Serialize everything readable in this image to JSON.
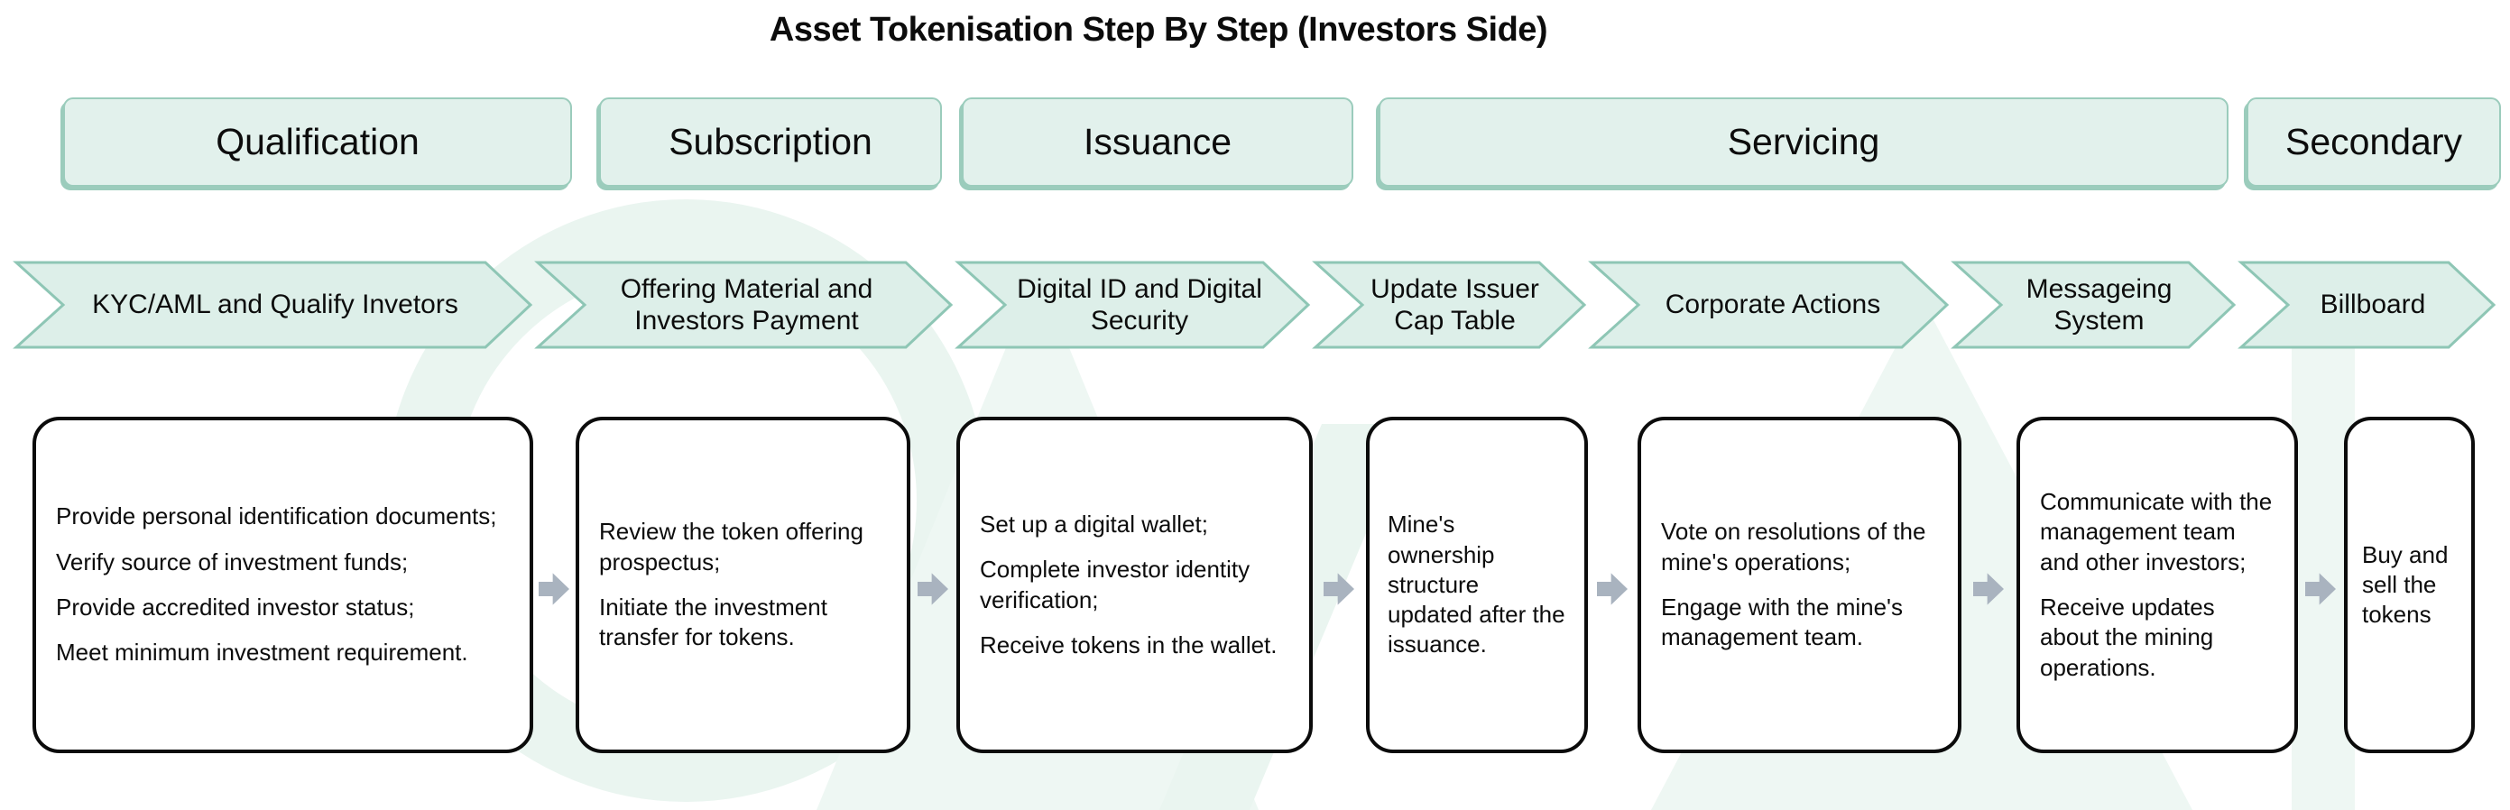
{
  "title": "Asset Tokenisation Step By Step (Investors Side)",
  "colors": {
    "phase_fill": "#e2f1ec",
    "phase_border": "#9bccbc",
    "chevron_fill": "#ddefe9",
    "chevron_border": "#8ec6b5",
    "detail_border": "#0b0b0b",
    "arrow_gray": "#a9b3bf",
    "watermark_mint": "#ecf6f2"
  },
  "phases": [
    {
      "label": "Qualification"
    },
    {
      "label": "Subscription"
    },
    {
      "label": "Issuance"
    },
    {
      "label": "Servicing"
    },
    {
      "label": "Secondary"
    }
  ],
  "steps": [
    {
      "label": "KYC/AML and Qualify Invetors"
    },
    {
      "label": "Offering Material and Investors Payment"
    },
    {
      "label": "Digital ID and Digital Security"
    },
    {
      "label": "Update Issuer Cap Table"
    },
    {
      "label": "Corporate Actions"
    },
    {
      "label": "Messageing System"
    },
    {
      "label": "Billboard"
    }
  ],
  "details": [
    {
      "paragraphs": [
        "Provide personal identification documents;",
        "Verify source of investment funds;",
        "Provide accredited investor status;",
        "Meet minimum investment requirement."
      ]
    },
    {
      "paragraphs": [
        "Review the token offering prospectus;",
        "Initiate the investment transfer for tokens."
      ]
    },
    {
      "paragraphs": [
        "Set up a digital wallet;",
        "Complete investor identity verification;",
        "Receive tokens in the wallet."
      ]
    },
    {
      "paragraphs": [
        "Mine's ownership structure updated after the issuance."
      ]
    },
    {
      "paragraphs": [
        "Vote on resolutions of the mine's operations;",
        "Engage with the mine's management team."
      ]
    },
    {
      "paragraphs": [
        "Communicate with the management team and other investors;",
        "Receive updates about the mining operations."
      ]
    },
    {
      "paragraphs": [
        "Buy and sell the tokens"
      ]
    }
  ]
}
